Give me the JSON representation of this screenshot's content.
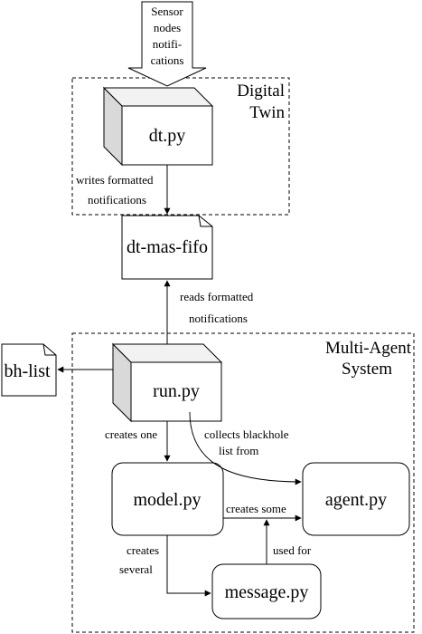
{
  "groups": {
    "digital_twin": {
      "line1": "Digital",
      "line2": "Twin"
    },
    "mas": {
      "line1": "Multi-Agent",
      "line2": "System"
    }
  },
  "input": {
    "line1": "Sensor",
    "line2": "nodes",
    "line3": "notifi-",
    "line4": "cations"
  },
  "nodes": {
    "dt": "dt.py",
    "fifo": "dt-mas-fifo",
    "bhlist": "bh-list",
    "run": "run.py",
    "model": "model.py",
    "agent": "agent.py",
    "message": "message.py"
  },
  "edges": {
    "writes": {
      "line1": "writes formatted",
      "line2": "notifications"
    },
    "reads": {
      "line1": "reads formatted",
      "line2": "notifications"
    },
    "creates_one": "creates one",
    "collects": {
      "line1": "collects blackhole",
      "line2": "list from"
    },
    "creates_some": "creates some",
    "creates_several": {
      "line1": "creates",
      "line2": "several"
    },
    "used_for": "used for"
  }
}
